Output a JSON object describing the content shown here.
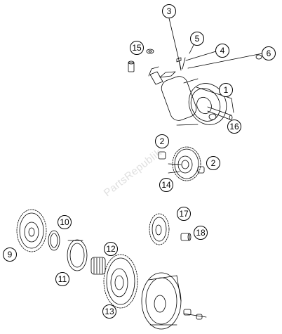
{
  "diagram": {
    "watermark": "PartsRepublik",
    "callouts": [
      {
        "id": "c3",
        "label": "3"
      },
      {
        "id": "c5",
        "label": "5"
      },
      {
        "id": "c15",
        "label": "15"
      },
      {
        "id": "c4",
        "label": "4"
      },
      {
        "id": "c6",
        "label": "6"
      },
      {
        "id": "c1",
        "label": "1"
      },
      {
        "id": "c16",
        "label": "16"
      },
      {
        "id": "c2a",
        "label": "2"
      },
      {
        "id": "c2b",
        "label": "2"
      },
      {
        "id": "c14",
        "label": "14"
      },
      {
        "id": "c17",
        "label": "17"
      },
      {
        "id": "c10",
        "label": "10"
      },
      {
        "id": "c18",
        "label": "18"
      },
      {
        "id": "c9",
        "label": "9"
      },
      {
        "id": "c12",
        "label": "12"
      },
      {
        "id": "c11",
        "label": "11"
      },
      {
        "id": "c13",
        "label": "13"
      }
    ]
  }
}
